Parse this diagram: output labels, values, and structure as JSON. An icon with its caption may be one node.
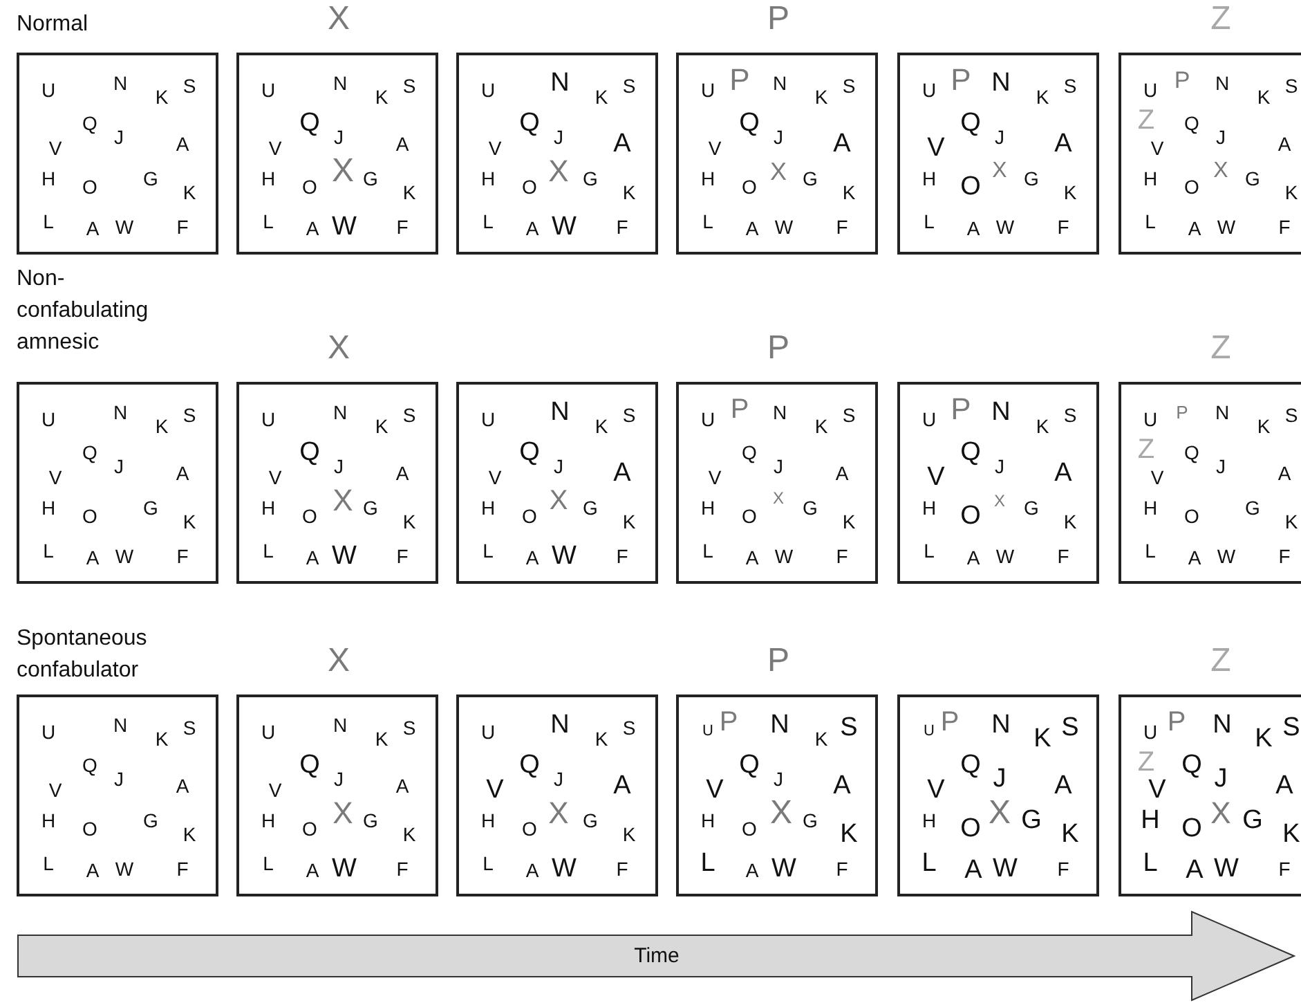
{
  "diagram": {
    "nodes": [
      {
        "text": [
          "U",
          "N",
          "K",
          "S",
          "Q",
          "J",
          "V",
          "A",
          "H",
          "O",
          "G",
          "K",
          "L",
          "A",
          "W",
          "F"
        ]
      },
      {
        "text": [
          "U",
          "N",
          "K",
          "S",
          "Q",
          "J",
          "V",
          "A",
          "H",
          "O",
          "G",
          "K",
          "L",
          "A",
          "W",
          "F",
          "X"
        ]
      },
      {
        "text": [
          "U",
          "N",
          "K",
          "S",
          "Q",
          "J",
          "V",
          "A",
          "H",
          "O",
          "G",
          "K",
          "L",
          "A",
          "W",
          "F",
          "X"
        ]
      },
      {
        "text": [
          "U",
          "N",
          "K",
          "S",
          "Q",
          "J",
          "V",
          "A",
          "H",
          "O",
          "G",
          "K",
          "L",
          "A",
          "W",
          "F",
          "P",
          "X"
        ]
      },
      {
        "text": [
          "U",
          "N",
          "K",
          "S",
          "Q",
          "J",
          "V",
          "A",
          "H",
          "O",
          "G",
          "K",
          "L",
          "A",
          "W",
          "F",
          "P",
          "X"
        ]
      },
      {
        "text": [
          "U",
          "N",
          "K",
          "S",
          "Q",
          "J",
          "V",
          "A",
          "H",
          "O",
          "G",
          "K",
          "L",
          "A",
          "W",
          "F",
          "P",
          "Z",
          "X"
        ]
      },
      {
        "text": [
          "U",
          "N",
          "K",
          "S",
          "Q",
          "J",
          "V",
          "A",
          "H",
          "O",
          "G",
          "K",
          "L",
          "A",
          "W",
          "F"
        ]
      },
      {
        "text": [
          "U",
          "N",
          "K",
          "S",
          "Q",
          "J",
          "V",
          "A",
          "H",
          "O",
          "G",
          "K",
          "L",
          "A",
          "W",
          "F",
          "X"
        ]
      },
      {
        "text": [
          "U",
          "N",
          "K",
          "S",
          "Q",
          "J",
          "V",
          "A",
          "H",
          "O",
          "G",
          "K",
          "L",
          "A",
          "W",
          "F",
          "X"
        ]
      },
      {
        "text": [
          "U",
          "N",
          "K",
          "S",
          "Q",
          "J",
          "V",
          "A",
          "H",
          "O",
          "G",
          "K",
          "L",
          "A",
          "W",
          "F",
          "P",
          "X"
        ]
      },
      {
        "text": [
          "U",
          "N",
          "K",
          "S",
          "Q",
          "J",
          "V",
          "A",
          "H",
          "O",
          "G",
          "K",
          "L",
          "A",
          "W",
          "F",
          "P",
          "X"
        ]
      },
      {
        "text": [
          "U",
          "N",
          "K",
          "S",
          "Q",
          "J",
          "V",
          "A",
          "H",
          "O",
          "G",
          "K",
          "L",
          "A",
          "W",
          "F",
          "P",
          "Z"
        ]
      },
      {
        "text": [
          "U",
          "N",
          "K",
          "S",
          "Q",
          "J",
          "V",
          "A",
          "H",
          "O",
          "G",
          "K",
          "L",
          "A",
          "W",
          "F"
        ]
      },
      {
        "text": [
          "U",
          "N",
          "K",
          "S",
          "Q",
          "J",
          "V",
          "A",
          "H",
          "O",
          "G",
          "K",
          "L",
          "A",
          "W",
          "F",
          "X"
        ]
      },
      {
        "text": [
          "U",
          "N",
          "K",
          "S",
          "Q",
          "J",
          "V",
          "A",
          "H",
          "O",
          "G",
          "K",
          "L",
          "A",
          "W",
          "F",
          "X"
        ]
      },
      {
        "text": [
          "U",
          "N",
          "K",
          "S",
          "Q",
          "J",
          "V",
          "A",
          "H",
          "O",
          "G",
          "K",
          "L",
          "A",
          "W",
          "F",
          "P",
          "X"
        ]
      },
      {
        "text": [
          "U",
          "N",
          "K",
          "S",
          "Q",
          "J",
          "V",
          "A",
          "H",
          "O",
          "G",
          "K",
          "L",
          "A",
          "W",
          "F",
          "P",
          "X"
        ]
      },
      {
        "text": [
          "U",
          "N",
          "K",
          "S",
          "Q",
          "J",
          "V",
          "A",
          "H",
          "O",
          "G",
          "K",
          "L",
          "A",
          "W",
          "F",
          "P",
          "Z",
          "X"
        ]
      },
      {
        "text": [
          "Time"
        ]
      }
    ],
    "labels": [
      "Normal",
      "X",
      "P",
      "Z",
      "Non- confabulating amnesic",
      "X",
      "P",
      "Z",
      "Spontaneous confabulator",
      "X",
      "P",
      "Z"
    ]
  }
}
